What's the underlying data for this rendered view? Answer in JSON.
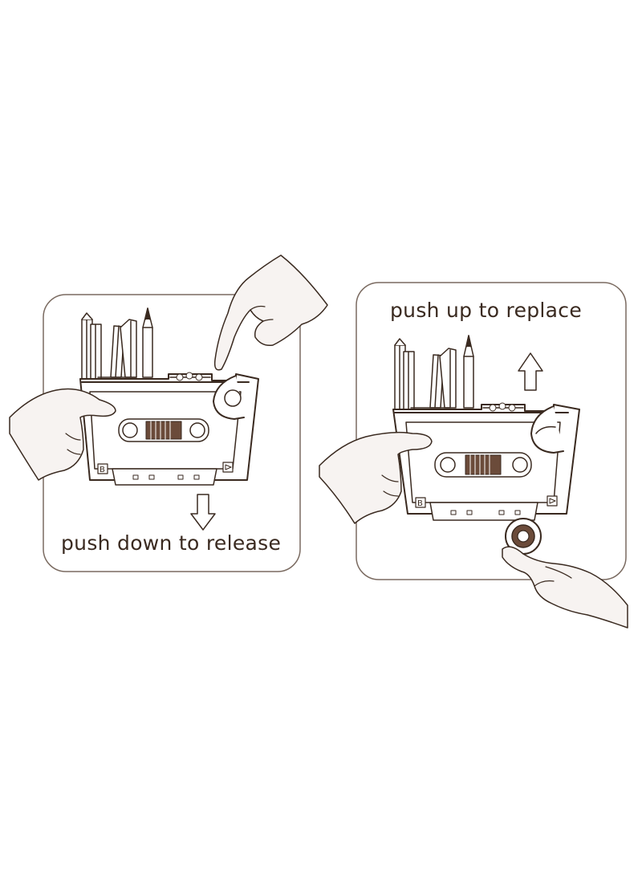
{
  "panels": [
    {
      "caption": "push down to release",
      "arrow": "down"
    },
    {
      "caption": "push up to replace",
      "arrow": "up"
    }
  ],
  "cassette": {
    "side_label": "B"
  },
  "colors": {
    "stroke": "#3a2a20",
    "fill": "#ffffff",
    "skin": "#f7f3f1",
    "tape": "#6b4b3a",
    "frame": "#7a6a60"
  },
  "icons": [
    "down-arrow-icon",
    "up-arrow-icon",
    "play-triangle-icon",
    "hand-icon",
    "pencil-icon",
    "tape-roll-icon"
  ]
}
